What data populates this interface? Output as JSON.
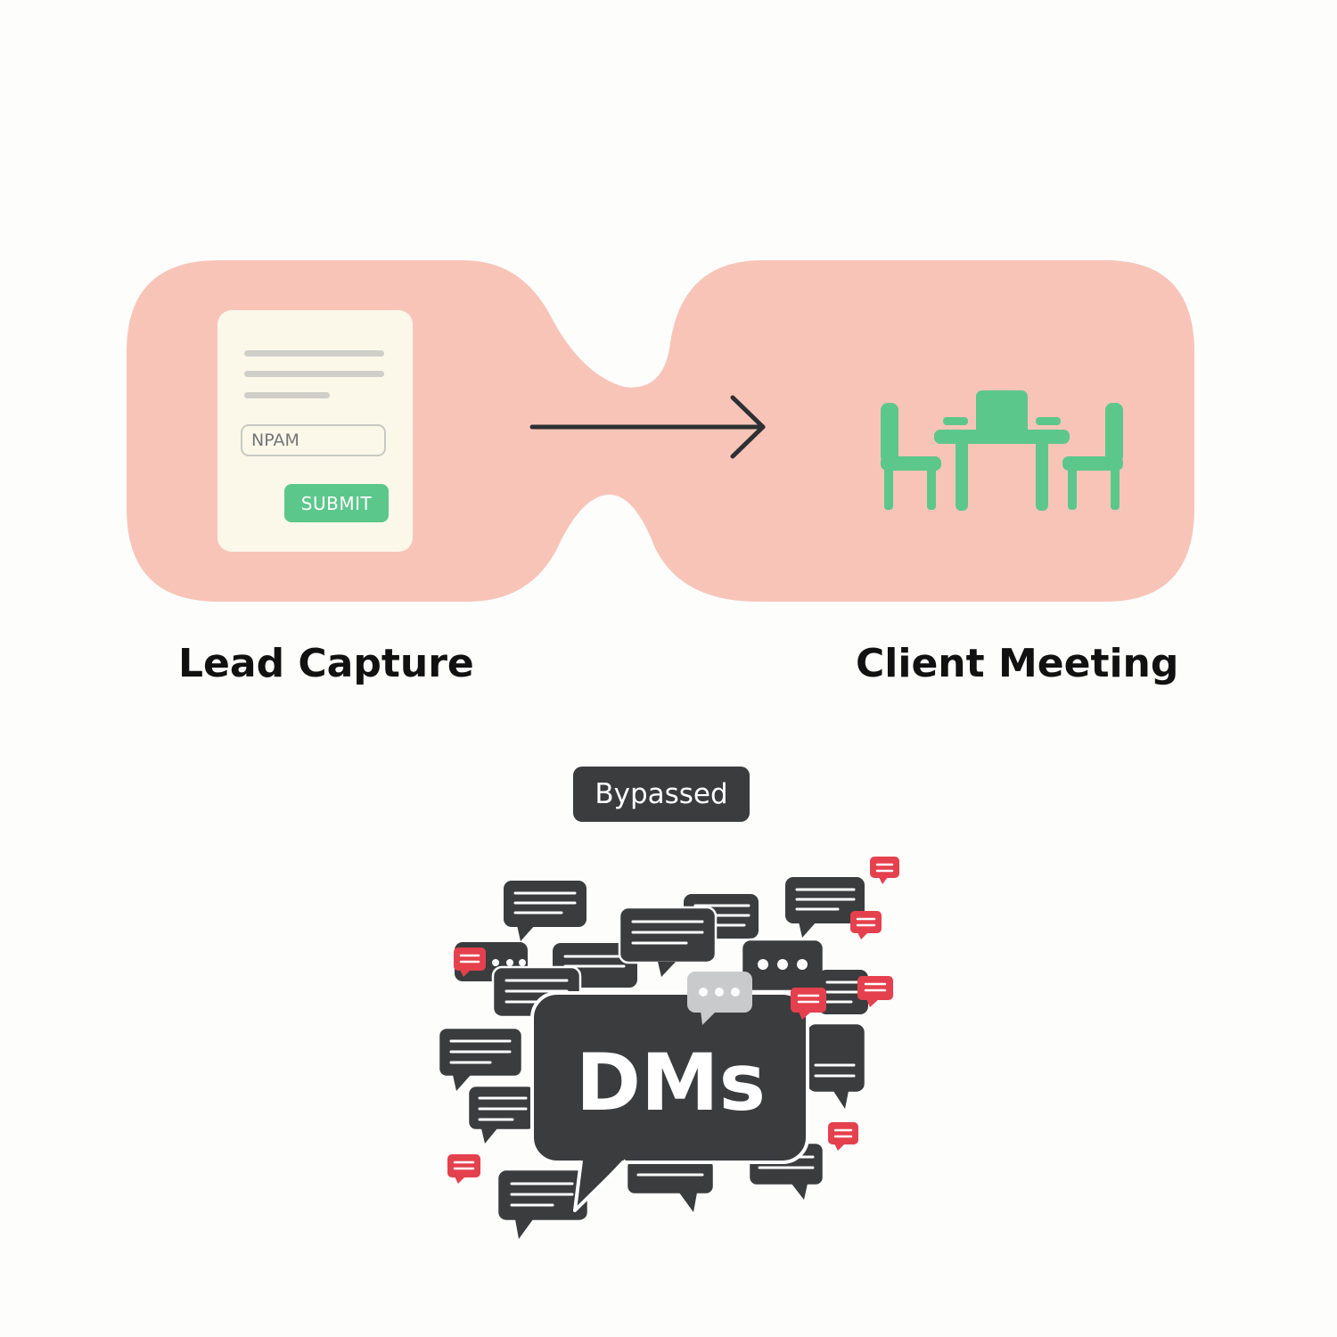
{
  "stages": {
    "lead_capture": {
      "label": "Lead Capture"
    },
    "client_meeting": {
      "label": "Client Meeting"
    }
  },
  "form": {
    "input_placeholder": "NPAM",
    "submit_label": "SUBMIT"
  },
  "badge": {
    "label": "Bypassed"
  },
  "dms": {
    "label": "DMs"
  },
  "colors": {
    "pipe_fill": "#f8c4b8",
    "form_bg": "#fbf8ea",
    "accent_green": "#5cc78b",
    "bubble_dark": "#3a3c3e",
    "notification_red": "#e5404d",
    "bubble_grey": "#c9cacb"
  },
  "icons": {
    "arrow": "arrow-right-icon",
    "meeting": "meeting-table-icon",
    "chat": "chat-bubble-icon",
    "notification": "notification-icon",
    "typing": "typing-bubble-icon"
  }
}
